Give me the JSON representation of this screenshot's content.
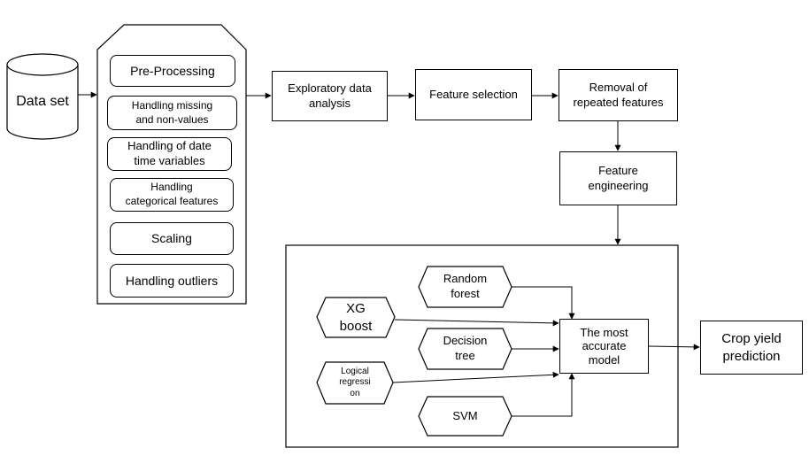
{
  "dataset": {
    "label": "Data set"
  },
  "preprocessing": {
    "title": "Pre-Processing",
    "steps": [
      "Handling missing\nand non-values",
      "Handling of date\ntime variables",
      "Handling\ncategorical features",
      "Scaling",
      "Handling outliers"
    ]
  },
  "pipeline": {
    "eda": "Exploratory data\nanalysis",
    "feature_selection": "Feature selection",
    "removal": "Removal of\nrepeated features",
    "feature_engineering": "Feature\nengineering"
  },
  "models": {
    "random_forest": "Random\nforest",
    "xgboost": "XG\nboost",
    "decision_tree": "Decision\ntree",
    "logical_regression": "Logical\nregressi\non",
    "svm": "SVM",
    "best_model": "The most\naccurate\nmodel"
  },
  "output": {
    "label": "Crop yield\nprediction"
  }
}
